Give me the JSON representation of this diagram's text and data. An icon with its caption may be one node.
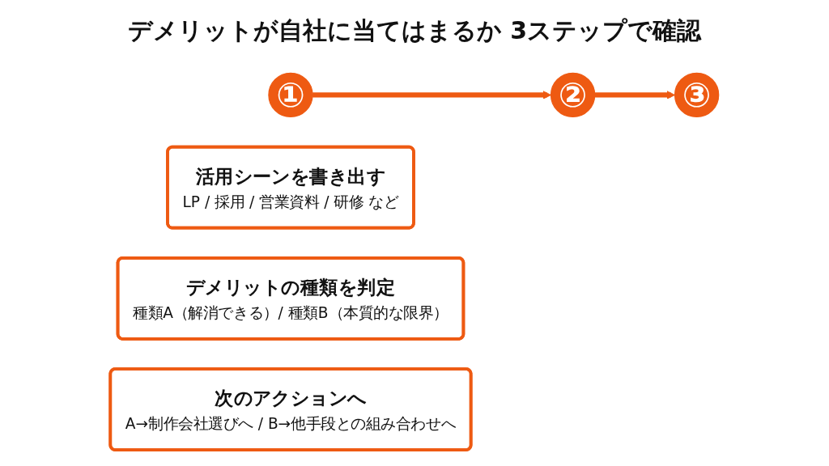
{
  "diagram": {
    "title": "デメリットが自社に当てはまるか 3ステップで確認",
    "nodes": [
      {
        "text": [
          "①"
        ]
      },
      {
        "text": [
          "活用シーンを書き出す",
          "LP / 採用 / 営業資料 / 研修 など"
        ]
      },
      {
        "text": [
          "②"
        ]
      },
      {
        "text": [
          "デメリットの種類を判定",
          "種類A（解消できる）/ 種類B（本質的な限界）"
        ]
      },
      {
        "text": [
          "③"
        ]
      },
      {
        "text": [
          "次のアクションへ",
          "A→制作会社選びへ / B→他手段との組み合わせへ"
        ]
      }
    ],
    "edges": [
      {
        "from": 0,
        "to": 2,
        "arrow": "to"
      },
      {
        "from": 2,
        "to": 4,
        "arrow": "to"
      }
    ]
  }
}
